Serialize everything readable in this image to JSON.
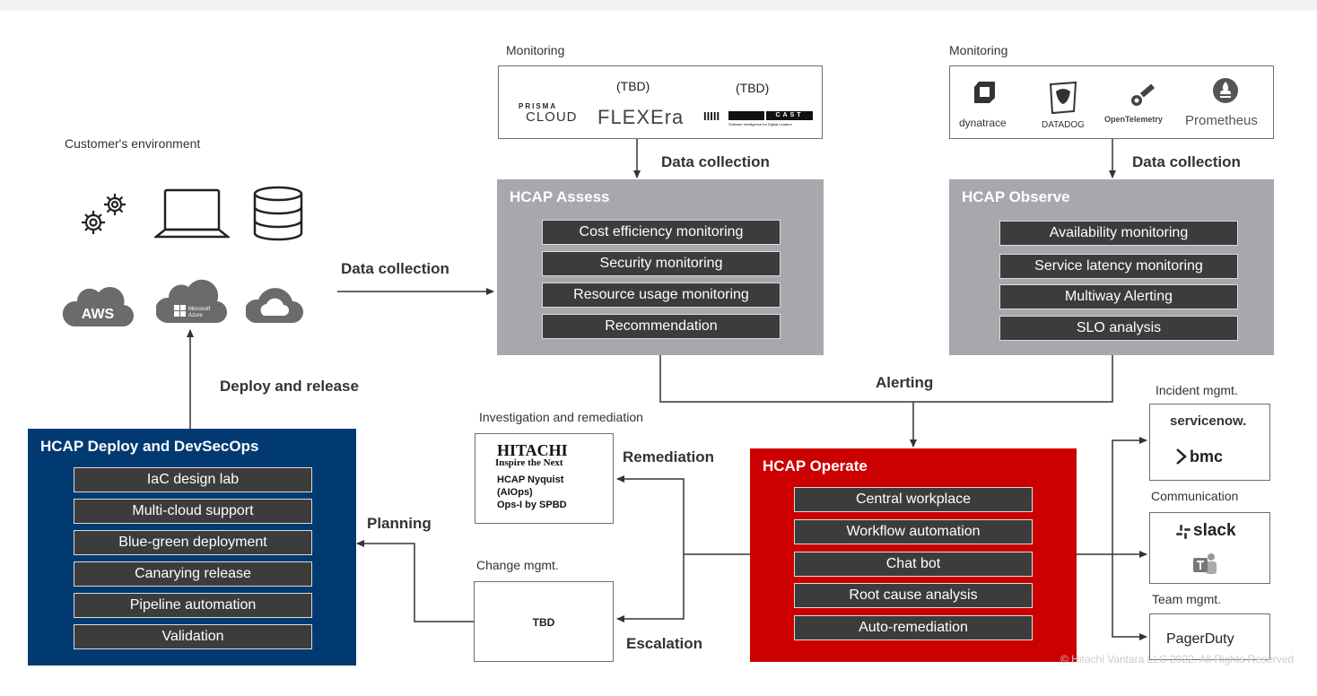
{
  "customer": {
    "caption": "Customer's environment",
    "icons": [
      "gears-icon",
      "laptop-icon",
      "database-icon",
      "aws-icon",
      "azure-icon",
      "google-cloud-icon"
    ],
    "aws_label": "AWS",
    "azure_label": "Microsoft Azure"
  },
  "labels": {
    "data_collection_left": "Data collection",
    "data_collection_assess": "Data collection",
    "data_collection_observe": "Data collection",
    "deploy_release": "Deploy and release",
    "alerting": "Alerting",
    "remediation": "Remediation",
    "planning": "Planning",
    "escalation": "Escalation"
  },
  "monitoring_assess": {
    "caption": "Monitoring",
    "tbd1": "(TBD)",
    "tbd2": "(TBD)",
    "prisma_top": "PRISMA",
    "prisma_bottom": "CLOUD",
    "flexera": "FLEXEra",
    "cast_left": "IIIII",
    "cast_right": "CAST",
    "cast_tagline": "Software Intelligence for Digital Leaders"
  },
  "monitoring_observe": {
    "caption": "Monitoring",
    "dynatrace": "dynatrace",
    "datadog": "DATADOG",
    "opentelemetry": "OpenTelemetry",
    "prometheus": "Prometheus"
  },
  "assess": {
    "title": "HCAP Assess",
    "items": [
      "Cost efficiency monitoring",
      "Security monitoring",
      "Resource usage monitoring",
      "Recommendation"
    ]
  },
  "observe": {
    "title": "HCAP Observe",
    "items": [
      "Availability monitoring",
      "Service latency monitoring",
      "Multiway Alerting",
      "SLO analysis"
    ]
  },
  "deploy": {
    "title": "HCAP Deploy and DevSecOps",
    "items": [
      "IaC design lab",
      "Multi-cloud support",
      "Blue-green deployment",
      "Canarying release",
      "Pipeline automation",
      "Validation"
    ]
  },
  "operate": {
    "title": "HCAP Operate",
    "items": [
      "Central workplace",
      "Workflow automation",
      "Chat bot",
      "Root cause analysis",
      "Auto-remediation"
    ]
  },
  "investigation": {
    "caption": "Investigation and remediation",
    "brand": "HITACHI",
    "tagline": "Inspire the Next",
    "lines": [
      "HCAP Nyquist",
      "(AIOps)",
      "Ops-I by SPBD"
    ]
  },
  "change": {
    "caption": "Change mgmt.",
    "value": "TBD"
  },
  "incident": {
    "caption": "Incident mgmt.",
    "servicenow": "servicenow.",
    "bmc": "bmc"
  },
  "communication": {
    "caption": "Communication",
    "slack": "slack"
  },
  "team": {
    "caption": "Team mgmt.",
    "pagerduty": "PagerDuty"
  },
  "footer": {
    "copyright": "© Hitachi Vantara LLC 2022. All Rights Reserved"
  },
  "colors": {
    "assess_observe": "#a8a7ad",
    "deploy": "#003a70",
    "operate": "#cc0000",
    "item_bg": "#3c3c3c"
  }
}
